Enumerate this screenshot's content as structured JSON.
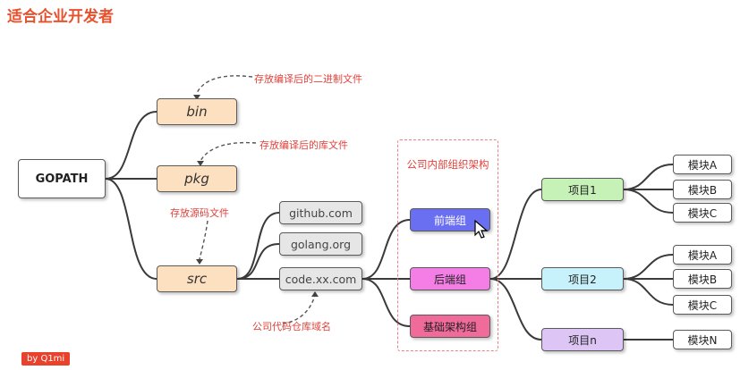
{
  "title": "适合企业开发者",
  "root": "GOPATH",
  "dirs": {
    "bin": "bin",
    "pkg": "pkg",
    "src": "src"
  },
  "repos": [
    "github.com",
    "golang.org",
    "code.xx.com"
  ],
  "annotations": {
    "bin_note": "存放编译后的二进制文件",
    "pkg_note": "存放编译后的库文件",
    "src_note": "存放源码文件",
    "domain_note": "公司代码仓库域名"
  },
  "org": {
    "label": "公司内部组织架构",
    "groups": [
      "前端组",
      "后端组",
      "基础架构组"
    ]
  },
  "projects": [
    "项目1",
    "项目2",
    "项目n"
  ],
  "modules": [
    "模块A",
    "模块B",
    "模块C",
    "模块A",
    "模块B",
    "模块C",
    "模块N"
  ],
  "footer": "by Q1mi",
  "colors": {
    "title": "#e8502e",
    "annotation": "#e0413b",
    "dir_fill": "#fde0c0",
    "repo_fill": "#e6e6e6",
    "frontend_fill": "#6a6ef0",
    "backend_fill": "#f57ee6",
    "infra_fill": "#f06a9a",
    "project1_fill": "#c6f2b8",
    "project2_fill": "#c8f2fb",
    "projectn_fill": "#ddc6f5"
  }
}
